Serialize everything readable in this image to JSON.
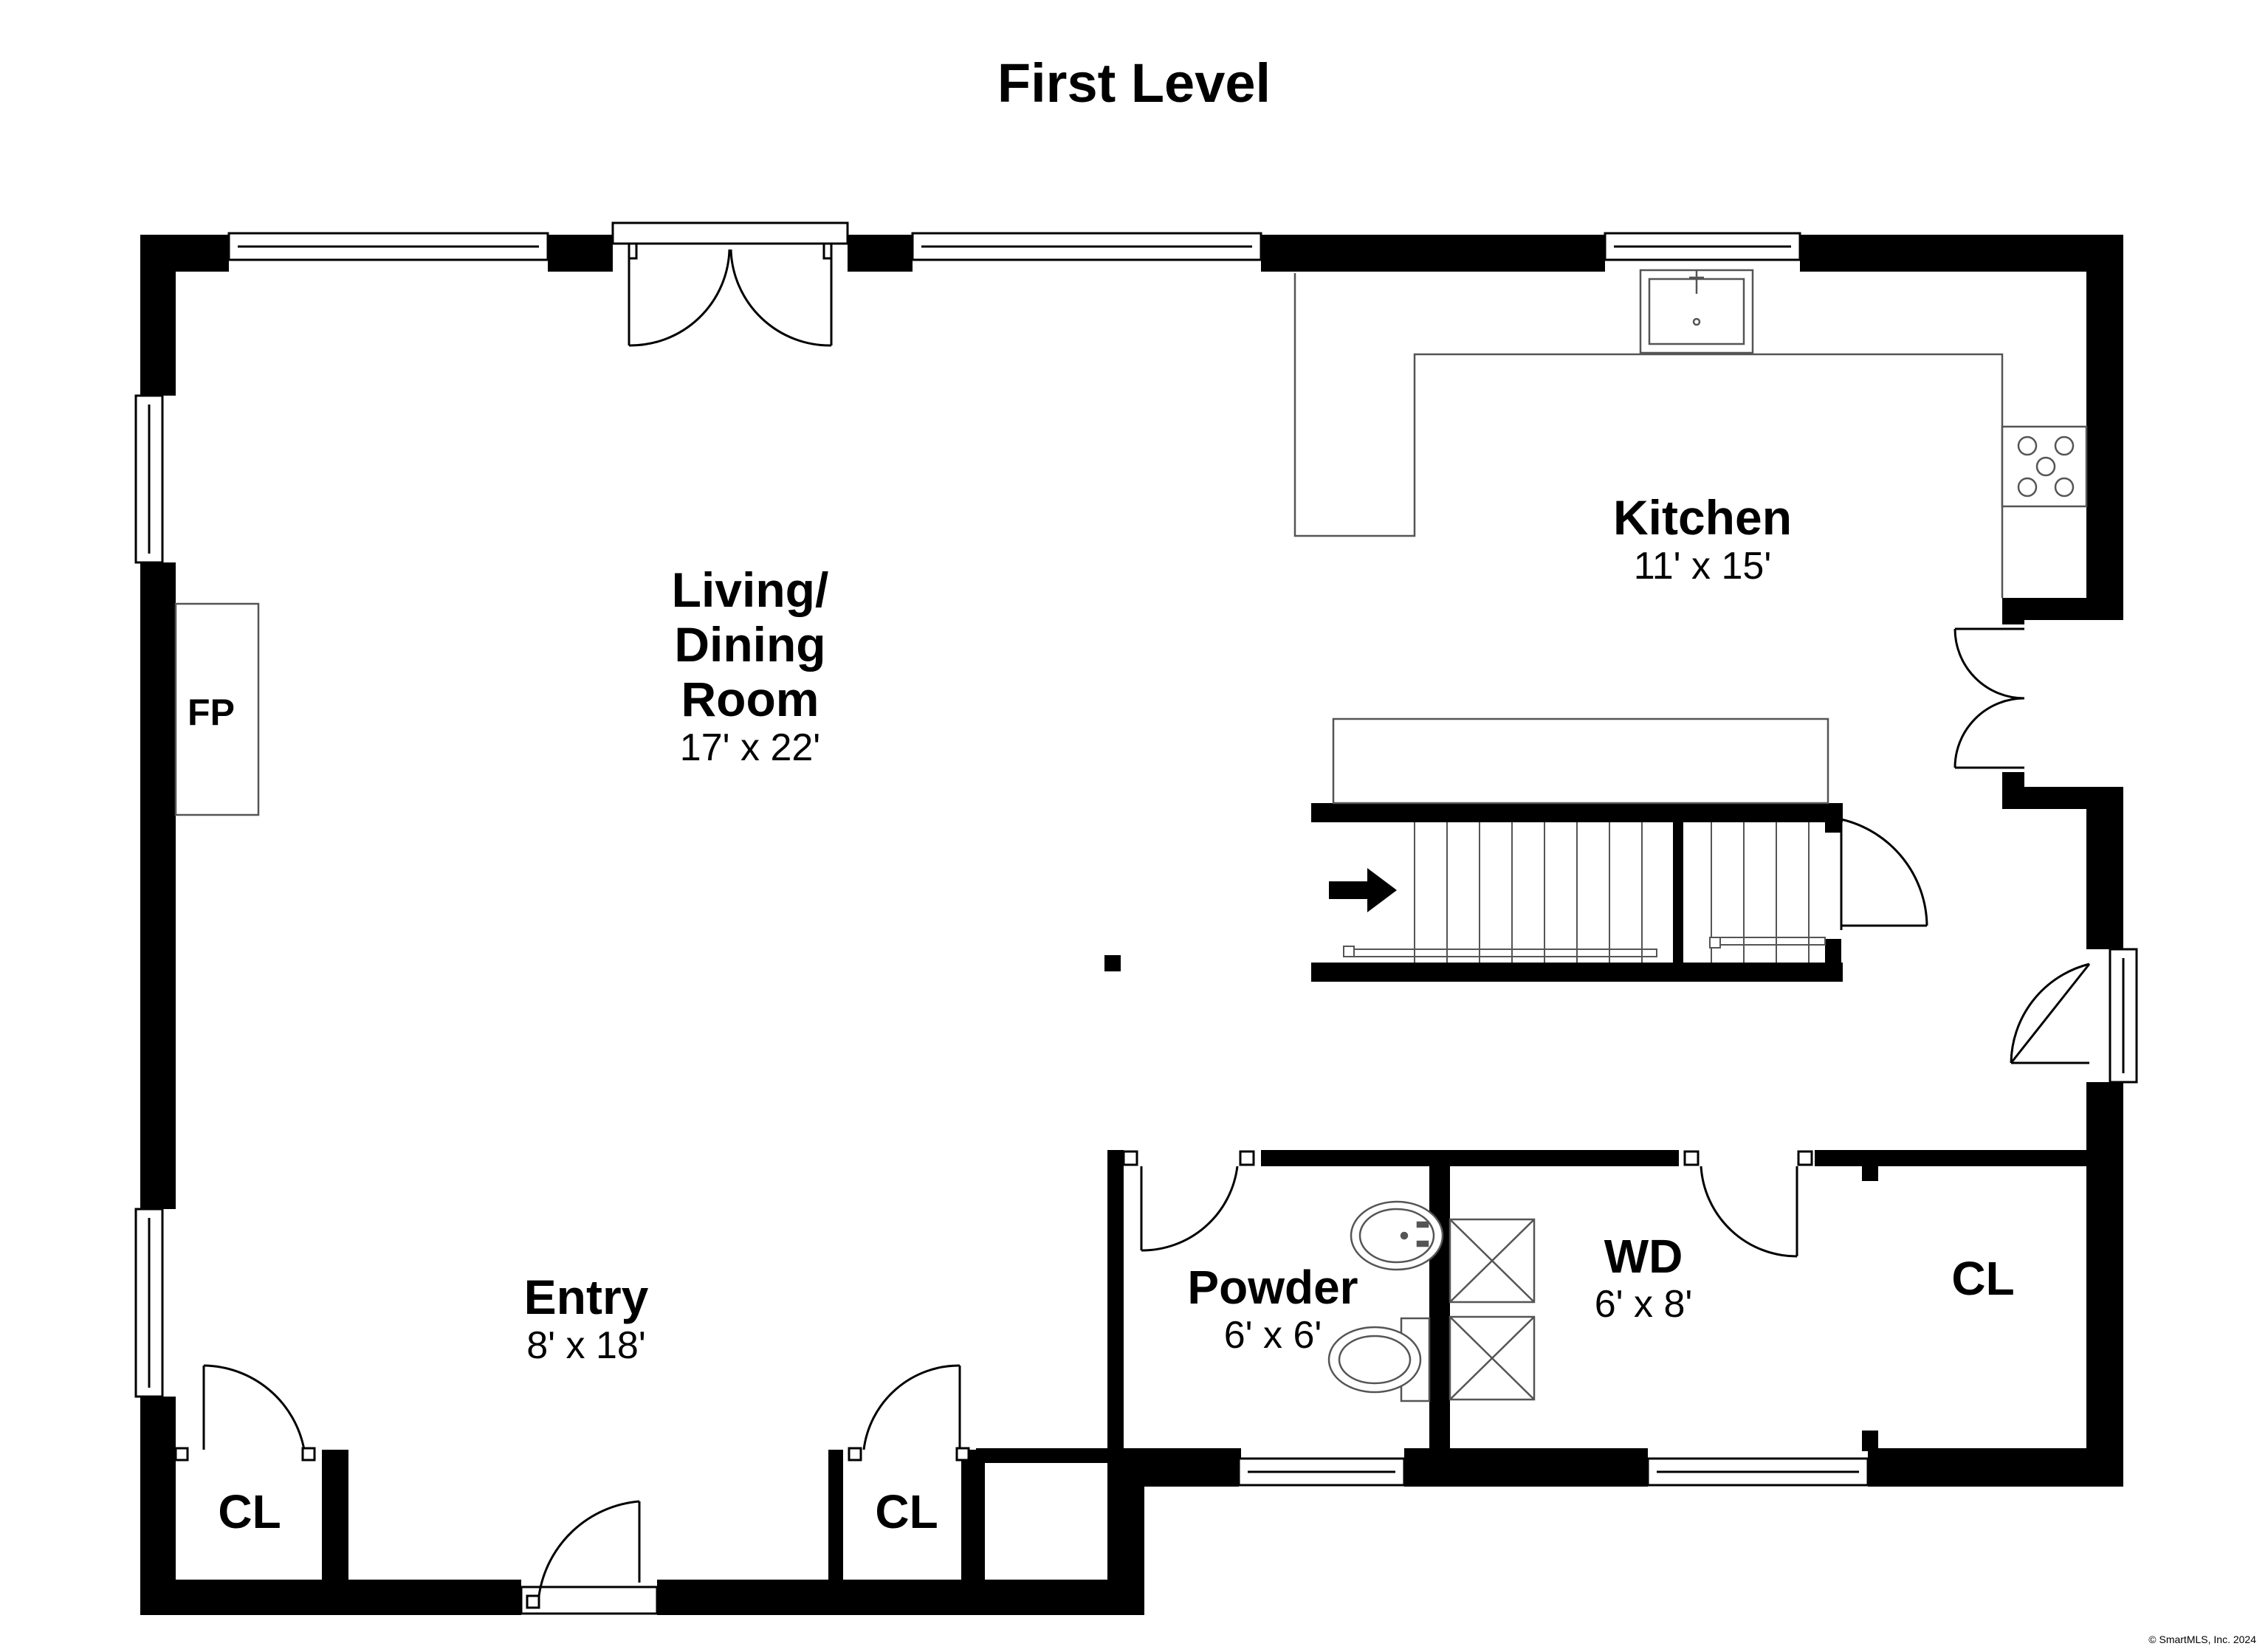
{
  "page": {
    "title": "First Level",
    "copyright": "© SmartMLS, Inc. 2024"
  },
  "rooms": {
    "living": {
      "name_line1": "Living/",
      "name_line2": "Dining",
      "name_line3": "Room",
      "dims": "17' x 22'"
    },
    "kitchen": {
      "name": "Kitchen",
      "dims": "11' x 15'"
    },
    "entry": {
      "name": "Entry",
      "dims": "8' x 18'"
    },
    "powder": {
      "name": "Powder",
      "dims": "6' x 6'"
    },
    "wd": {
      "name": "WD",
      "dims": "6' x 8'"
    },
    "closet_right": {
      "name": "CL"
    },
    "closet_left": {
      "name": "CL"
    },
    "closet_middle": {
      "name": "CL"
    },
    "fireplace": {
      "name": "FP"
    }
  },
  "colors": {
    "wall": "#000000",
    "fixture_line": "#555555",
    "background": "#ffffff"
  }
}
